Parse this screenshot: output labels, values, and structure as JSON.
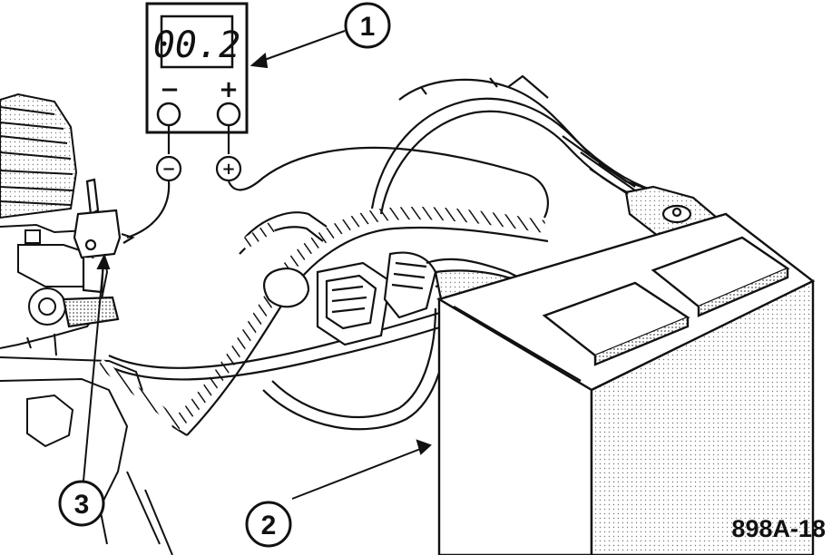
{
  "meter": {
    "reading": "00.2",
    "negative_sign": "−",
    "positive_sign": "+",
    "negative_probe_sign": "−",
    "positive_probe_sign": "+"
  },
  "callouts": [
    {
      "label": "1"
    },
    {
      "label": "2"
    },
    {
      "label": "3"
    }
  ],
  "figure_code": "898A-18",
  "colors": {
    "line": "#111111",
    "shade": "#9a9a9a",
    "background": "#ffffff"
  }
}
